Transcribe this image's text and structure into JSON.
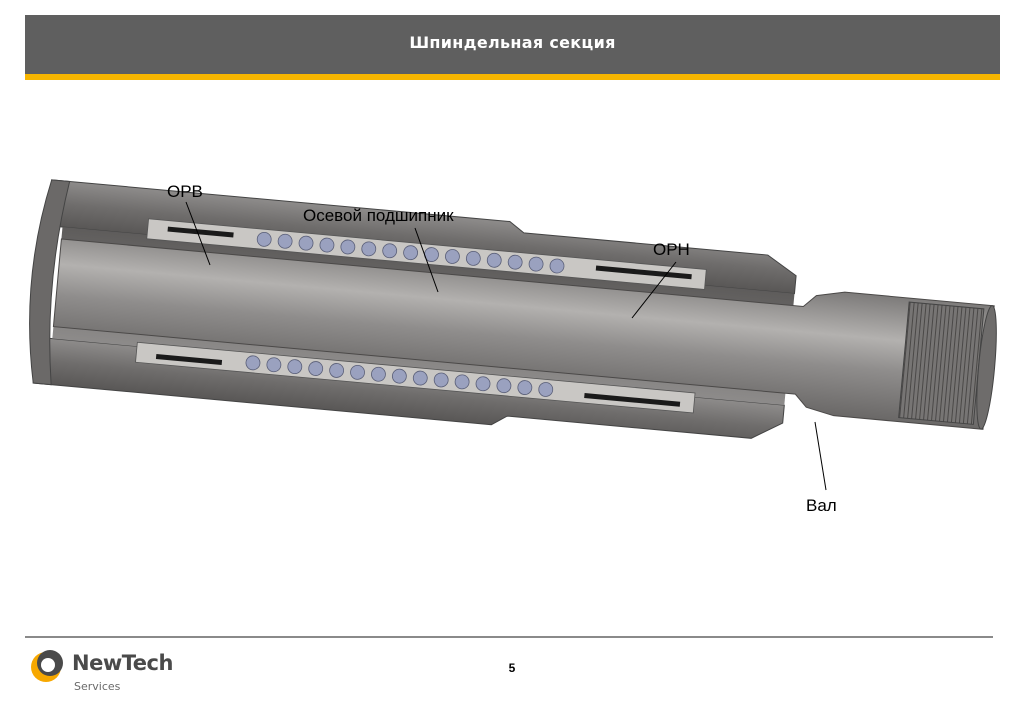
{
  "header": {
    "title": "Шпиндельная секция"
  },
  "labels": {
    "orv": "ОРВ",
    "axial_bearing": "Осевой подшипник",
    "orn": "ОРН",
    "shaft": "Вал"
  },
  "footer": {
    "page_number": "5",
    "logo_name": "NewTech",
    "logo_sub": "Services"
  },
  "colors": {
    "header_bg": "#5f5f5f",
    "accent": "#f7b500",
    "housing": "#7a7877",
    "shaft": "#9a9896",
    "balls": "#9aa1bf"
  }
}
